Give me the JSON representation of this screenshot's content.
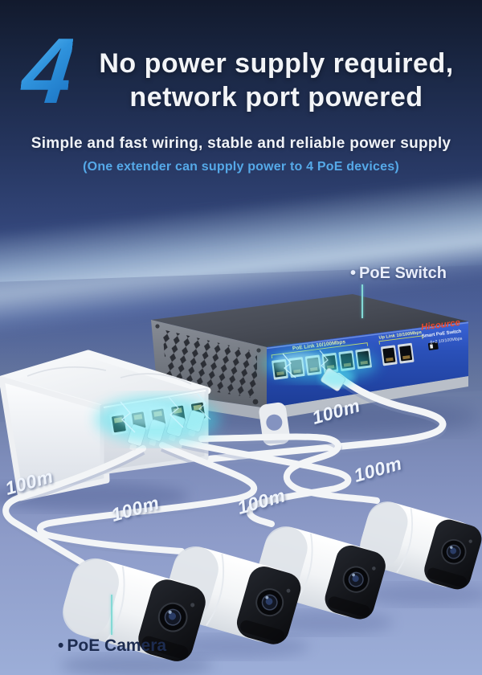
{
  "header": {
    "step_number": "4",
    "title_line1": "No power supply required,",
    "title_line2": "network port powered",
    "subtitle": "Simple and fast wiring, stable and reliable power supply",
    "note": "(One extender can supply power to 4 PoE devices)"
  },
  "callouts": {
    "bullet": "•",
    "poe_switch": "PoE Switch",
    "poe_camera": "PoE Camera",
    "distance_labels": [
      "100m",
      "100m",
      "100m",
      "100m",
      "100m"
    ]
  },
  "switch_device": {
    "brand": "Hisource",
    "product_name": "Smart PoE Switch",
    "spec": "6+2 10/100Mbps",
    "poe_ports_label": "PoE Link 10/100Mbps",
    "uplink_ports_label": "Up Link 10/100Mbps",
    "poe_port_count": 6,
    "uplink_port_count": 2
  },
  "extender_device": {
    "port_count": 5,
    "connected_cables": 4
  },
  "cameras": {
    "count": 4
  },
  "colors": {
    "accent_blue": "#3b9ae0",
    "note_blue": "#55a9e8",
    "switch_faceplate": "#2a50b4",
    "brand_red": "#e8492e",
    "pointer_teal": "#83d9d5",
    "camera_label_navy": "#1d2c50",
    "energy_glow": "#3ae4f2",
    "cable_white": "#f3f5f7"
  }
}
